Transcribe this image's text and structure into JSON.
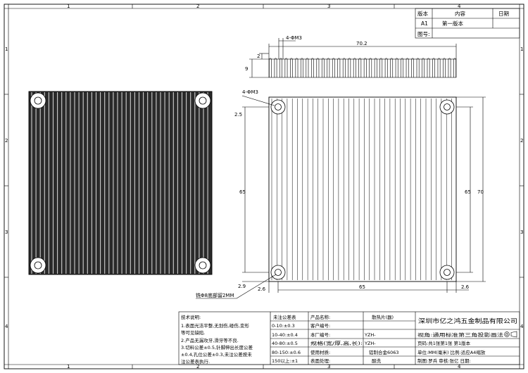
{
  "frame": {
    "zones_top": [
      "1",
      "2",
      "3",
      "4"
    ],
    "zones_side": [
      "1",
      "2",
      "3",
      "4"
    ]
  },
  "revision": {
    "headers": [
      "版本",
      "内容",
      "日期"
    ],
    "row_version": "A1",
    "row_content": "第一版本",
    "row_date": "",
    "drawing_no_label": "图号:"
  },
  "dims": {
    "front_hole": "4-ΦM3",
    "front_width": "70.2",
    "front_height_total": "9",
    "front_base": "2",
    "plan_hole": "4-ΦM3",
    "plan_left_inset": "2.5",
    "plan_inner_height": "65",
    "plan_right_height": "65",
    "plan_total_height": "70",
    "plan_bottom_inset": "2.9",
    "plan_x_offset": "2.6",
    "plan_inner_width": "65",
    "plan_right_inset": "2.6",
    "counterbore_note": "铣Φ8底部留2MM"
  },
  "notes": {
    "title": "技术说明:",
    "lines": [
      "1.表面光洁平整,无划伤,碰伤,变形",
      "等可见缺陷.",
      "2.产品无漏攻牙,滑牙等不良.",
      "3.切料公差±0.5,针脚伸出长度公差",
      "±0.4,孔位公差±0.3,未注公差按未",
      "注公差表执行."
    ]
  },
  "tolerance": {
    "header": "未注公差表",
    "rows": [
      "0-10:±0.3",
      "10-40:±0.4",
      "40-80:±0.5",
      "80-150:±0.6",
      "150以上:±1"
    ]
  },
  "product": {
    "rows": [
      {
        "label": "产品名称:",
        "value": "散热片(器)"
      },
      {
        "label": "客户编号:",
        "value": ""
      },
      {
        "label": "本厂编号:",
        "value": "YZH-"
      },
      {
        "label": "规格(宽/厚,高,长):",
        "value": "YZH-"
      },
      {
        "label": "使用材质:",
        "value": "铝制合金6063"
      },
      {
        "label": "表面处理:",
        "value": "酸洗"
      }
    ]
  },
  "company": {
    "name": "深圳市亿之鸿五金制品有限公司",
    "view": "视角:通用标准第三角投影画法",
    "page": "页码:共1张第1张  第1版本",
    "unit": "单位:MM(毫米) 比例:适应A4缩放",
    "drawer": "制图:罗兵  审核:张亿  日期:"
  }
}
